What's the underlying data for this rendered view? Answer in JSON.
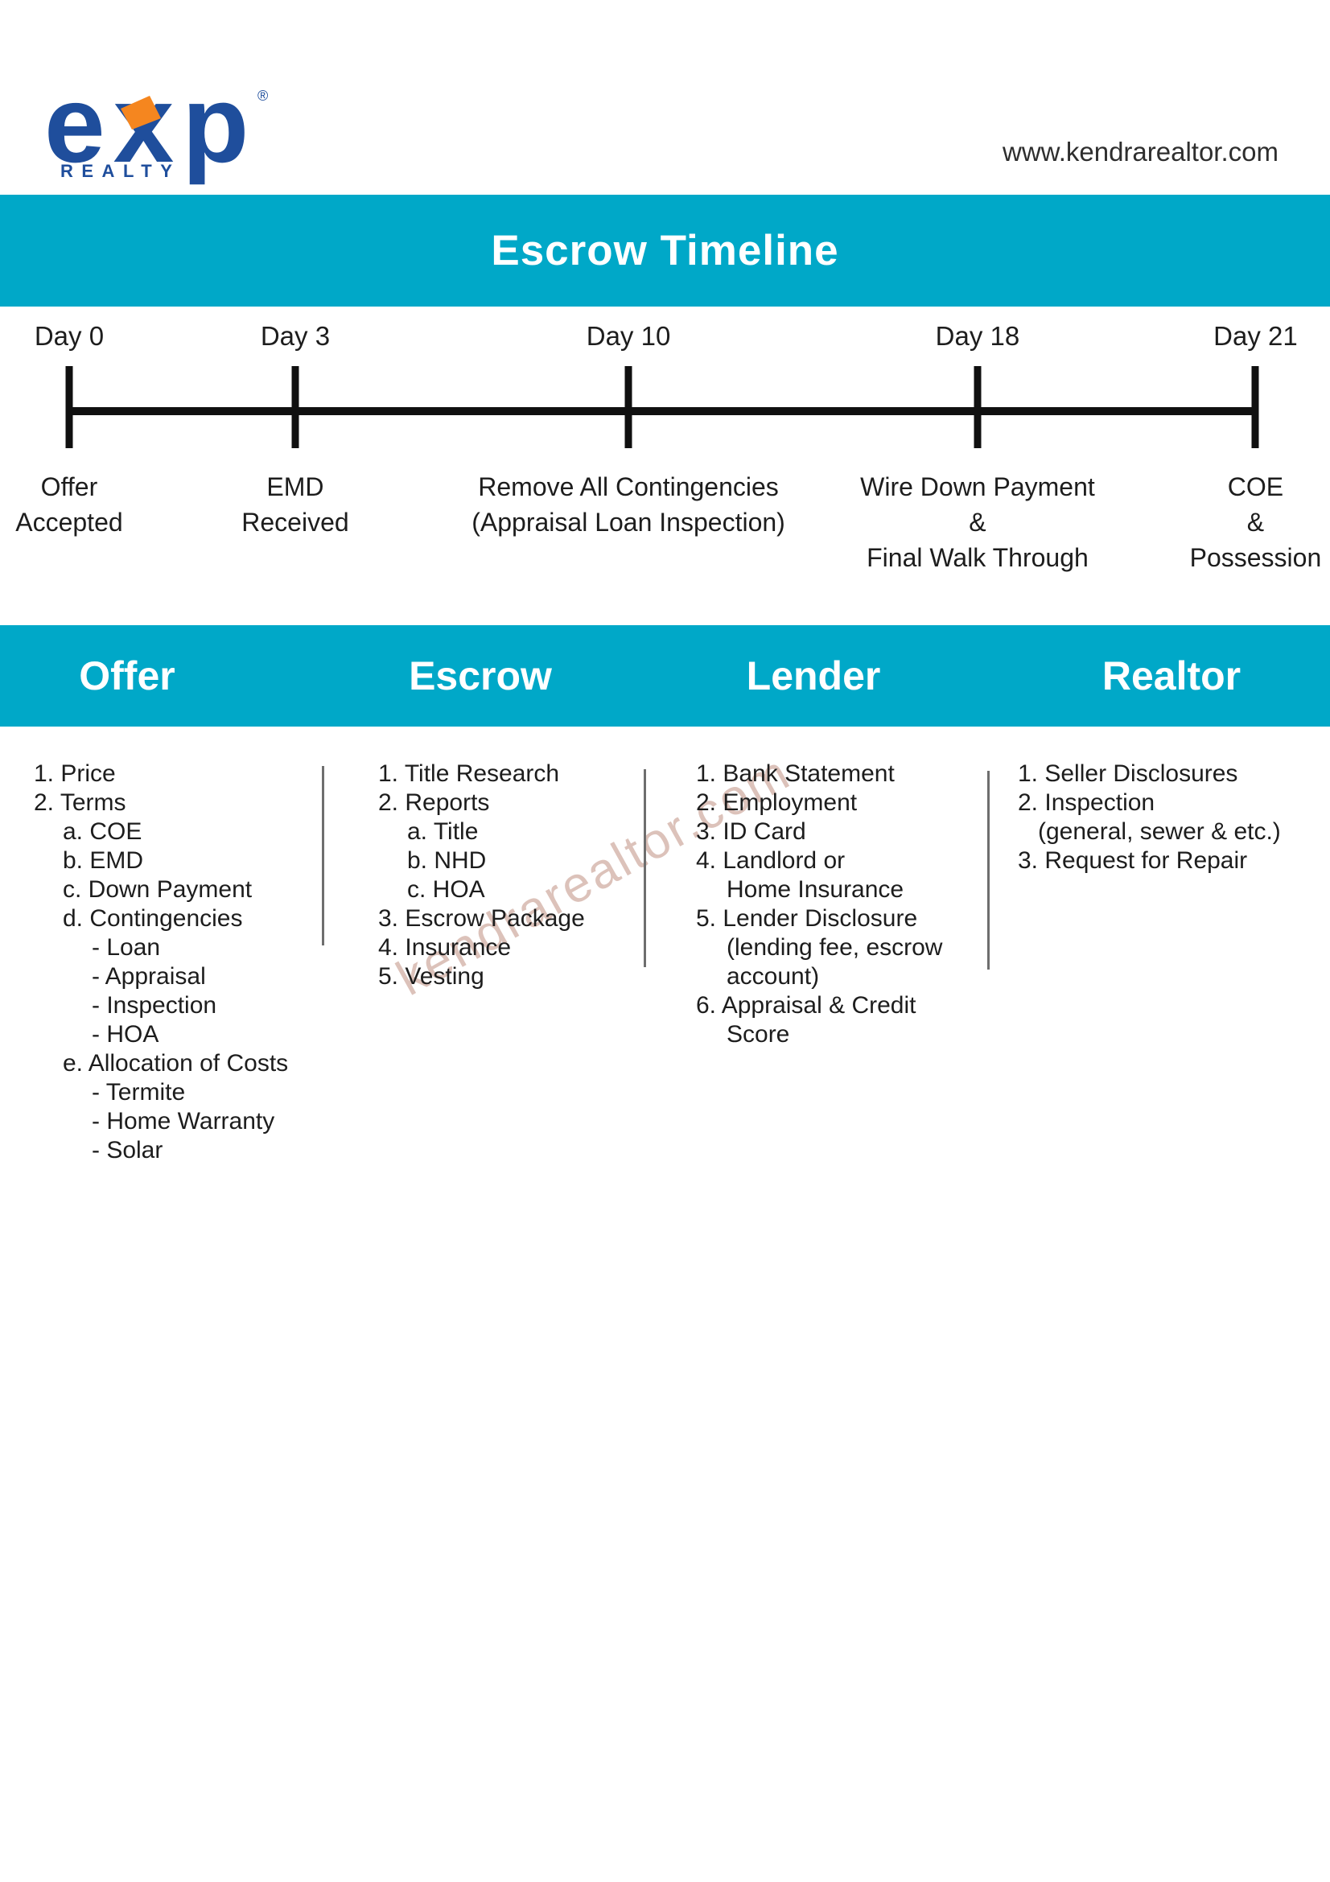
{
  "header": {
    "website_url": "www.kendrarealtor.com",
    "logo": {
      "brand": "exp",
      "registered": "®",
      "sub": "REALTY"
    }
  },
  "title_banner": {
    "title": "Escrow Timeline"
  },
  "timeline": {
    "points": [
      {
        "day": "Day 0",
        "x_pct": 5.2,
        "lines": [
          "Offer",
          "Accepted"
        ]
      },
      {
        "day": "Day 3",
        "x_pct": 22.2,
        "lines": [
          "EMD",
          "Received"
        ]
      },
      {
        "day": "Day 10",
        "x_pct": 47.25,
        "lines": [
          "Remove All Contingencies",
          "(Appraisal Loan Inspection)"
        ]
      },
      {
        "day": "Day 18",
        "x_pct": 73.5,
        "lines": [
          "Wire Down Payment",
          "&",
          "Final Walk Through"
        ]
      },
      {
        "day": "Day 21",
        "x_pct": 94.4,
        "lines": [
          "COE",
          "&",
          "Possession"
        ]
      }
    ]
  },
  "sections": [
    {
      "title": "Offer",
      "lines": [
        {
          "text": "1. Price",
          "indent": 0
        },
        {
          "text": "2. Terms",
          "indent": 0
        },
        {
          "text": "a. COE",
          "indent": 1
        },
        {
          "text": "b. EMD",
          "indent": 1
        },
        {
          "text": "c. Down Payment",
          "indent": 1
        },
        {
          "text": "d. Contingencies",
          "indent": 1
        },
        {
          "text": "- Loan",
          "indent": 2
        },
        {
          "text": "- Appraisal",
          "indent": 2
        },
        {
          "text": "- Inspection",
          "indent": 2
        },
        {
          "text": "- HOA",
          "indent": 2
        },
        {
          "text": "e. Allocation of Costs",
          "indent": 1
        },
        {
          "text": "- Termite",
          "indent": 2
        },
        {
          "text": "- Home Warranty",
          "indent": 2
        },
        {
          "text": "- Solar",
          "indent": 2
        }
      ]
    },
    {
      "title": "Escrow",
      "lines": [
        {
          "text": "1. Title Research",
          "indent": 0
        },
        {
          "text": "2. Reports",
          "indent": 0
        },
        {
          "text": "a. Title",
          "indent": 1
        },
        {
          "text": "b. NHD",
          "indent": 1
        },
        {
          "text": "c. HOA",
          "indent": 1
        },
        {
          "text": "3. Escrow Package",
          "indent": 0
        },
        {
          "text": "4. Insurance",
          "indent": 0
        },
        {
          "text": "5. Vesting",
          "indent": 0
        }
      ]
    },
    {
      "title": "Lender",
      "lines": [
        {
          "text": "1. Bank Statement",
          "indent": 0
        },
        {
          "text": "2. Employment",
          "indent": 0
        },
        {
          "text": "3. ID Card",
          "indent": 0
        },
        {
          "text": "4. Landlord or",
          "indent": 0
        },
        {
          "text": "Home Insurance",
          "indent": "c"
        },
        {
          "text": "5. Lender Disclosure",
          "indent": 0
        },
        {
          "text": "(lending fee, escrow",
          "indent": "c"
        },
        {
          "text": "account)",
          "indent": "c"
        },
        {
          "text": "6. Appraisal & Credit",
          "indent": 0
        },
        {
          "text": "Score",
          "indent": "c"
        }
      ]
    },
    {
      "title": "Realtor",
      "lines": [
        {
          "text": "1. Seller Disclosures",
          "indent": 0
        },
        {
          "text": "2. Inspection",
          "indent": 0
        },
        {
          "text": "(general, sewer & etc.)",
          "indent": "g"
        },
        {
          "text": "3. Request for Repair",
          "indent": 0
        }
      ]
    }
  ],
  "watermark": {
    "text": "kendrarealtor.com"
  },
  "colors": {
    "teal": "#00a8c8",
    "navy": "#1f4e9c",
    "orange": "#f5861f",
    "text": "#1d1d1d",
    "watermark": "#dcc2ba"
  }
}
